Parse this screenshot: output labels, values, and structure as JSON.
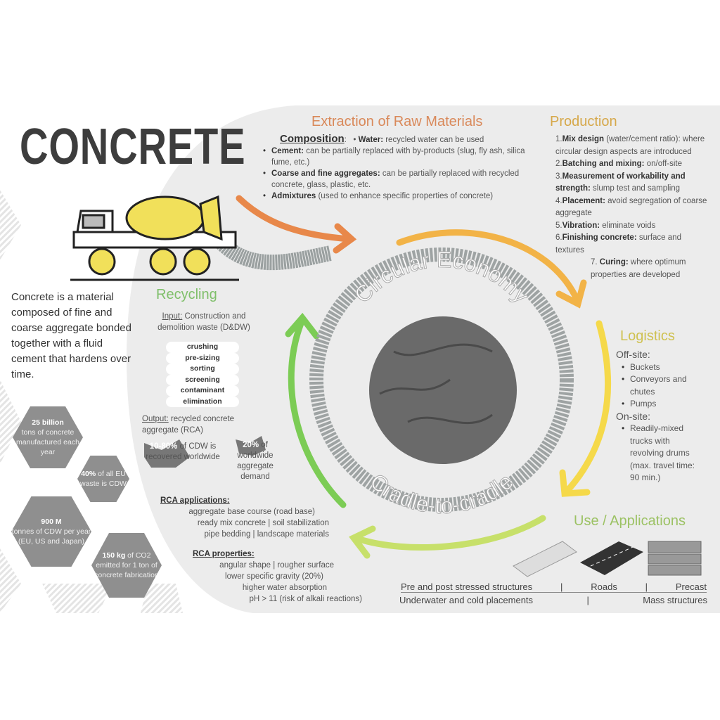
{
  "title": "CONCRETE",
  "intro": "Concrete is a material composed of fine and coarse aggregate bonded together with a fluid cement that hardens over time.",
  "stats": [
    {
      "strong": "25 billion",
      "text": "tons of concrete manufactured each year"
    },
    {
      "strong": "40%",
      "text": "of all EU waste is CDW"
    },
    {
      "strong": "900 M",
      "text": "tonnes of CDW per year (EU, US and Japan)"
    },
    {
      "strong": "150 kg",
      "text": "of CO2 emitted for 1 ton of concrete fabrication"
    }
  ],
  "center": {
    "top": "Circular Economy",
    "bottom": "Cradle-to-cradle"
  },
  "extraction": {
    "heading": "Extraction of Raw Materials",
    "composition_label": "Composition",
    "items": [
      {
        "bold": "Water:",
        "text": " recycled water can be used"
      },
      {
        "bold": "Cement:",
        "text": " can be partially replaced with by-products (slug, fly ash, silica fume, etc.)"
      },
      {
        "bold": "Coarse and fine aggregates:",
        "text": " can be partially replaced with recycled concrete, glass, plastic, etc."
      },
      {
        "bold": "Admixtures",
        "text": " (used to enhance specific properties of concrete)"
      }
    ]
  },
  "production": {
    "heading": "Production",
    "items": [
      {
        "n": "1.",
        "bold": "Mix design",
        "text": " (water/cement ratio): where circular design aspects are introduced"
      },
      {
        "n": "2.",
        "bold": "Batching and mixing:",
        "text": " on/off-site"
      },
      {
        "n": "3.",
        "bold": "Measurement of workability and strength:",
        "text": " slump test and sampling"
      },
      {
        "n": "4.",
        "bold": "Placement:",
        "text": " avoid segregation of coarse aggregate"
      },
      {
        "n": "5.",
        "bold": "Vibration:",
        "text": " eliminate voids"
      },
      {
        "n": "6.",
        "bold": "Finishing concrete:",
        "text": " surface and textures"
      },
      {
        "n": "7.",
        "bold": "Curing:",
        "text": " where optimum properties are developed"
      }
    ]
  },
  "logistics": {
    "heading": "Logistics",
    "offsite_label": "Off-site:",
    "offsite": [
      "Buckets",
      "Conveyors and chutes",
      "Pumps"
    ],
    "onsite_label": "On-site:",
    "onsite": [
      "Readily-mixed trucks with revolving drums (max. travel time: 90 min.)"
    ]
  },
  "use": {
    "heading": "Use / Applications",
    "row1": [
      "Pre and post stressed structures",
      "|",
      "Roads",
      "|",
      "Precast"
    ],
    "row2": [
      "Underwater and cold placements",
      "|",
      "Mass structures"
    ]
  },
  "recycling": {
    "heading": "Recycling",
    "input_label": "Input:",
    "input_text": " Construction and demolition waste (D&DW)",
    "steps": [
      "crushing",
      "pre-sizing",
      "sorting",
      "screening",
      "contaminant",
      "elimination"
    ],
    "output_label": "Output:",
    "output_text": " recycled concrete aggregate (RCA)",
    "stat1_strong": "10-80%",
    "stat1_text": " of CDW is recovered worldwide",
    "stat2_strong": "20%",
    "stat2_text": " of worldwide aggregate demand",
    "apps_label": "RCA applications:",
    "apps": [
      "aggregate base course (road base)",
      "ready mix concrete | soil stabilization",
      "pipe bedding | landscape materials"
    ],
    "props_label": "RCA properties:",
    "props": [
      "angular shape | rougher surface",
      "lower specific gravity (20%)",
      "higher water absorption",
      "pH > 11 (risk of alkali reactions)"
    ]
  },
  "colors": {
    "extraction": "#e8884a",
    "production": "#f2b347",
    "logistics": "#f5d94a",
    "use": "#c7e06a",
    "recycling": "#7ccc55",
    "panel": "#ececec",
    "hex": "#8f8f8f"
  }
}
